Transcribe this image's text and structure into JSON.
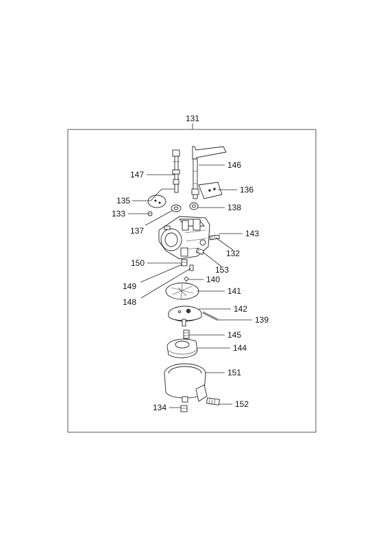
{
  "assembly": {
    "number": "131"
  },
  "callouts": {
    "c131": "131",
    "c132": "132",
    "c133": "133",
    "c134": "134",
    "c135": "135",
    "c136": "136",
    "c137": "137",
    "c138": "138",
    "c139": "139",
    "c140": "140",
    "c141": "141",
    "c142": "142",
    "c143": "143",
    "c144": "144",
    "c145": "145",
    "c146": "146",
    "c147": "147",
    "c148": "148",
    "c149": "149",
    "c150": "150",
    "c151": "151",
    "c152": "152",
    "c153": "153"
  }
}
